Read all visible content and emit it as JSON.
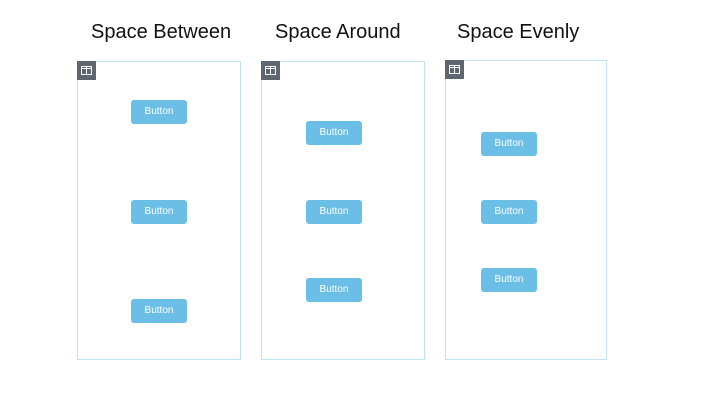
{
  "colors": {
    "frame_border": "#bfe3f0",
    "button_bg": "#6bbee6",
    "icon_bg": "#5e6770"
  },
  "panels": [
    {
      "title": "Space Between",
      "icon": "columns-icon",
      "buttons": [
        "Button",
        "Button",
        "Button"
      ]
    },
    {
      "title": "Space Around",
      "icon": "columns-icon",
      "buttons": [
        "Button",
        "Button",
        "Button"
      ]
    },
    {
      "title": "Space Evenly",
      "icon": "columns-icon",
      "buttons": [
        "Button",
        "Button",
        "Button"
      ]
    }
  ]
}
